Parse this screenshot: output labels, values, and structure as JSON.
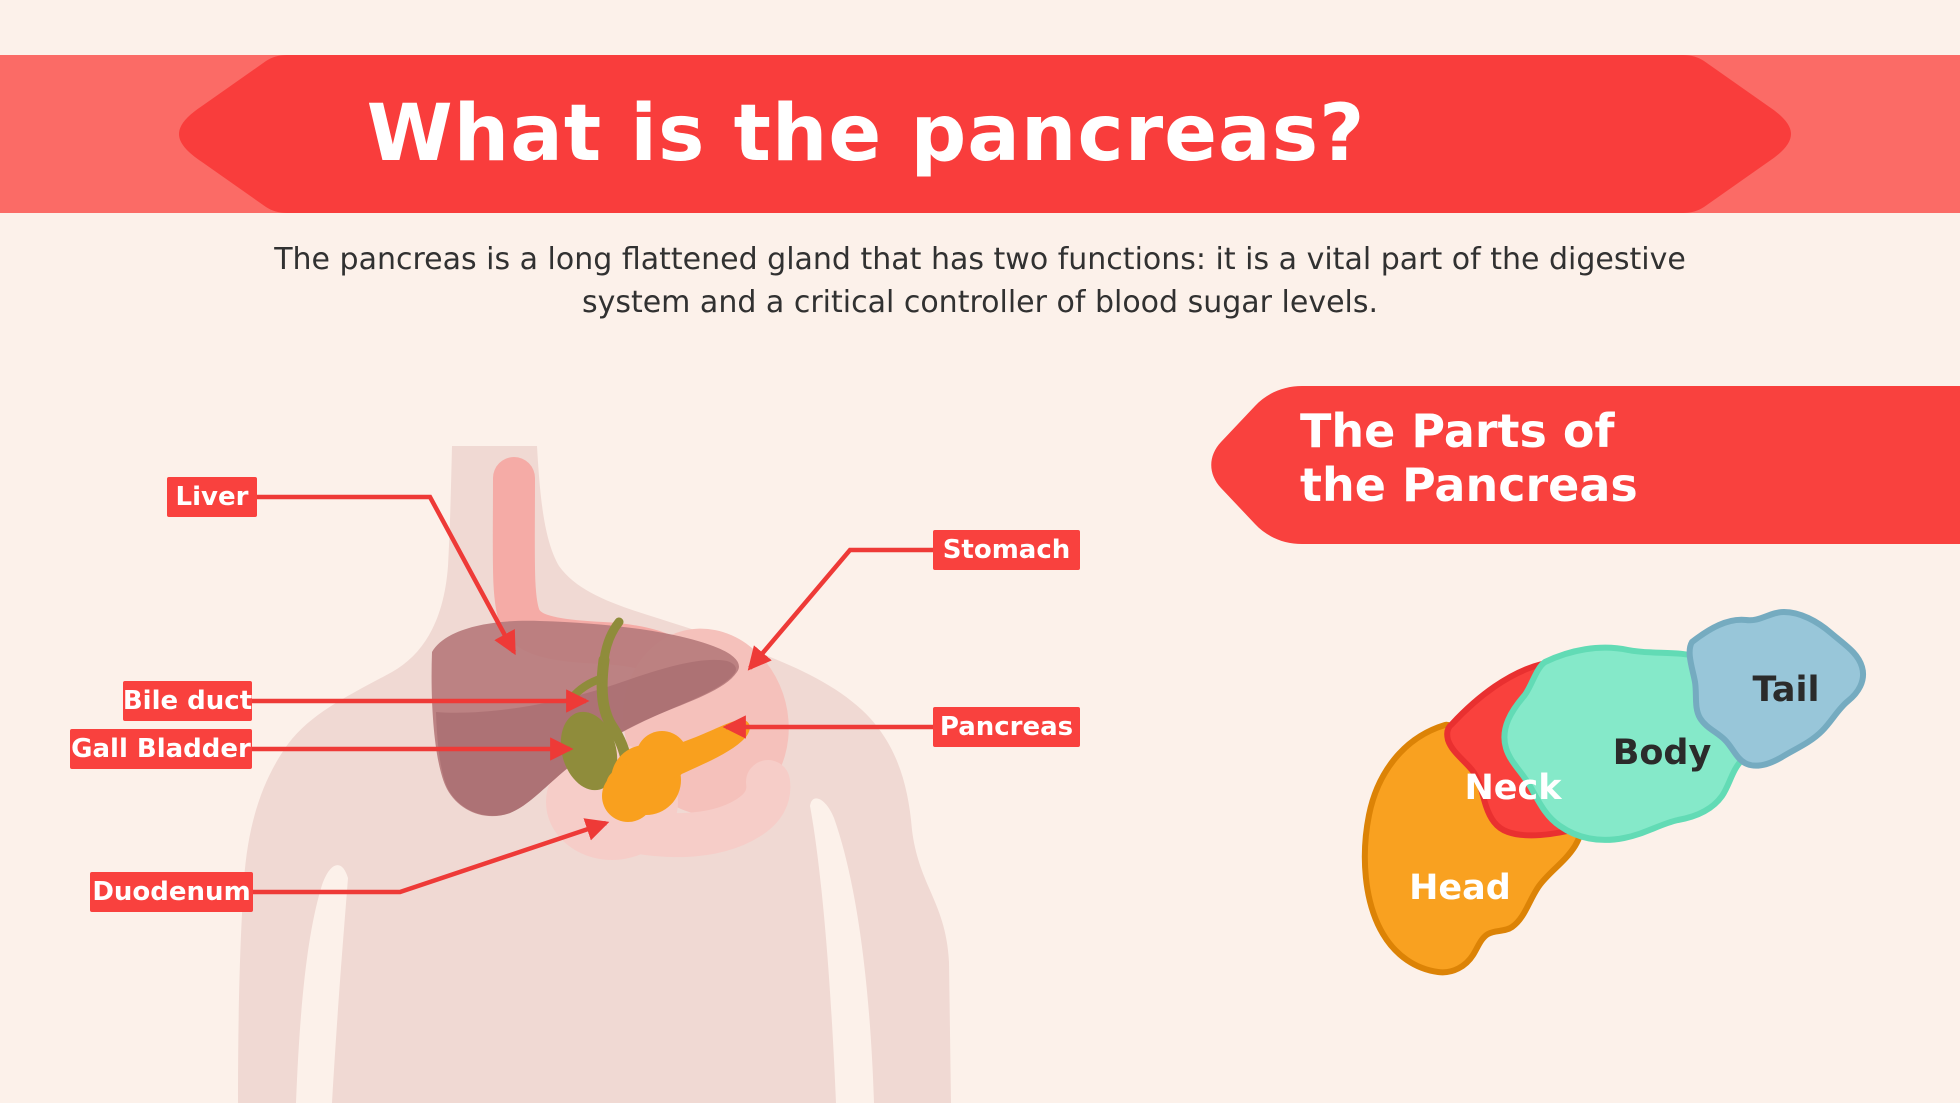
{
  "header": {
    "title": "What is the pancreas?",
    "banner_color": "#f93d3c",
    "ribbon_color": "#fb6b66"
  },
  "intro": {
    "line1": "The pancreas is a long flattened gland that has two functions: it is a vital part of the digestive",
    "line2": "system and a critical controller of blood sugar levels."
  },
  "parts_section": {
    "heading_line1": "The Parts of",
    "heading_line2": "the Pancreas"
  },
  "anatomy_labels": [
    {
      "text": "Liver"
    },
    {
      "text": "Bile duct"
    },
    {
      "text": "Gall Bladder"
    },
    {
      "text": "Duodenum"
    },
    {
      "text": "Stomach"
    },
    {
      "text": "Pancreas"
    }
  ],
  "pancreas_parts": [
    {
      "name": "Head",
      "color": "#f9a120"
    },
    {
      "name": "Neck",
      "color": "#f9413d"
    },
    {
      "name": "Body",
      "color": "#85e9c9"
    },
    {
      "name": "Tail",
      "color": "#98c6d9"
    }
  ],
  "palette": {
    "background": "#fcf1ea",
    "label_box": "#f9413e",
    "leader_line": "#ee3a37",
    "body_silhouette": "#f0d9d3",
    "stomach": "#f5c1bb",
    "esophagus": "#f5aba6",
    "duodenum": "#f6cdc8",
    "liver": "#b87c7d",
    "bile_duct": "#8f8c3b",
    "pancreas_organ": "#f9a01e",
    "subtitle_text": "#313131"
  }
}
